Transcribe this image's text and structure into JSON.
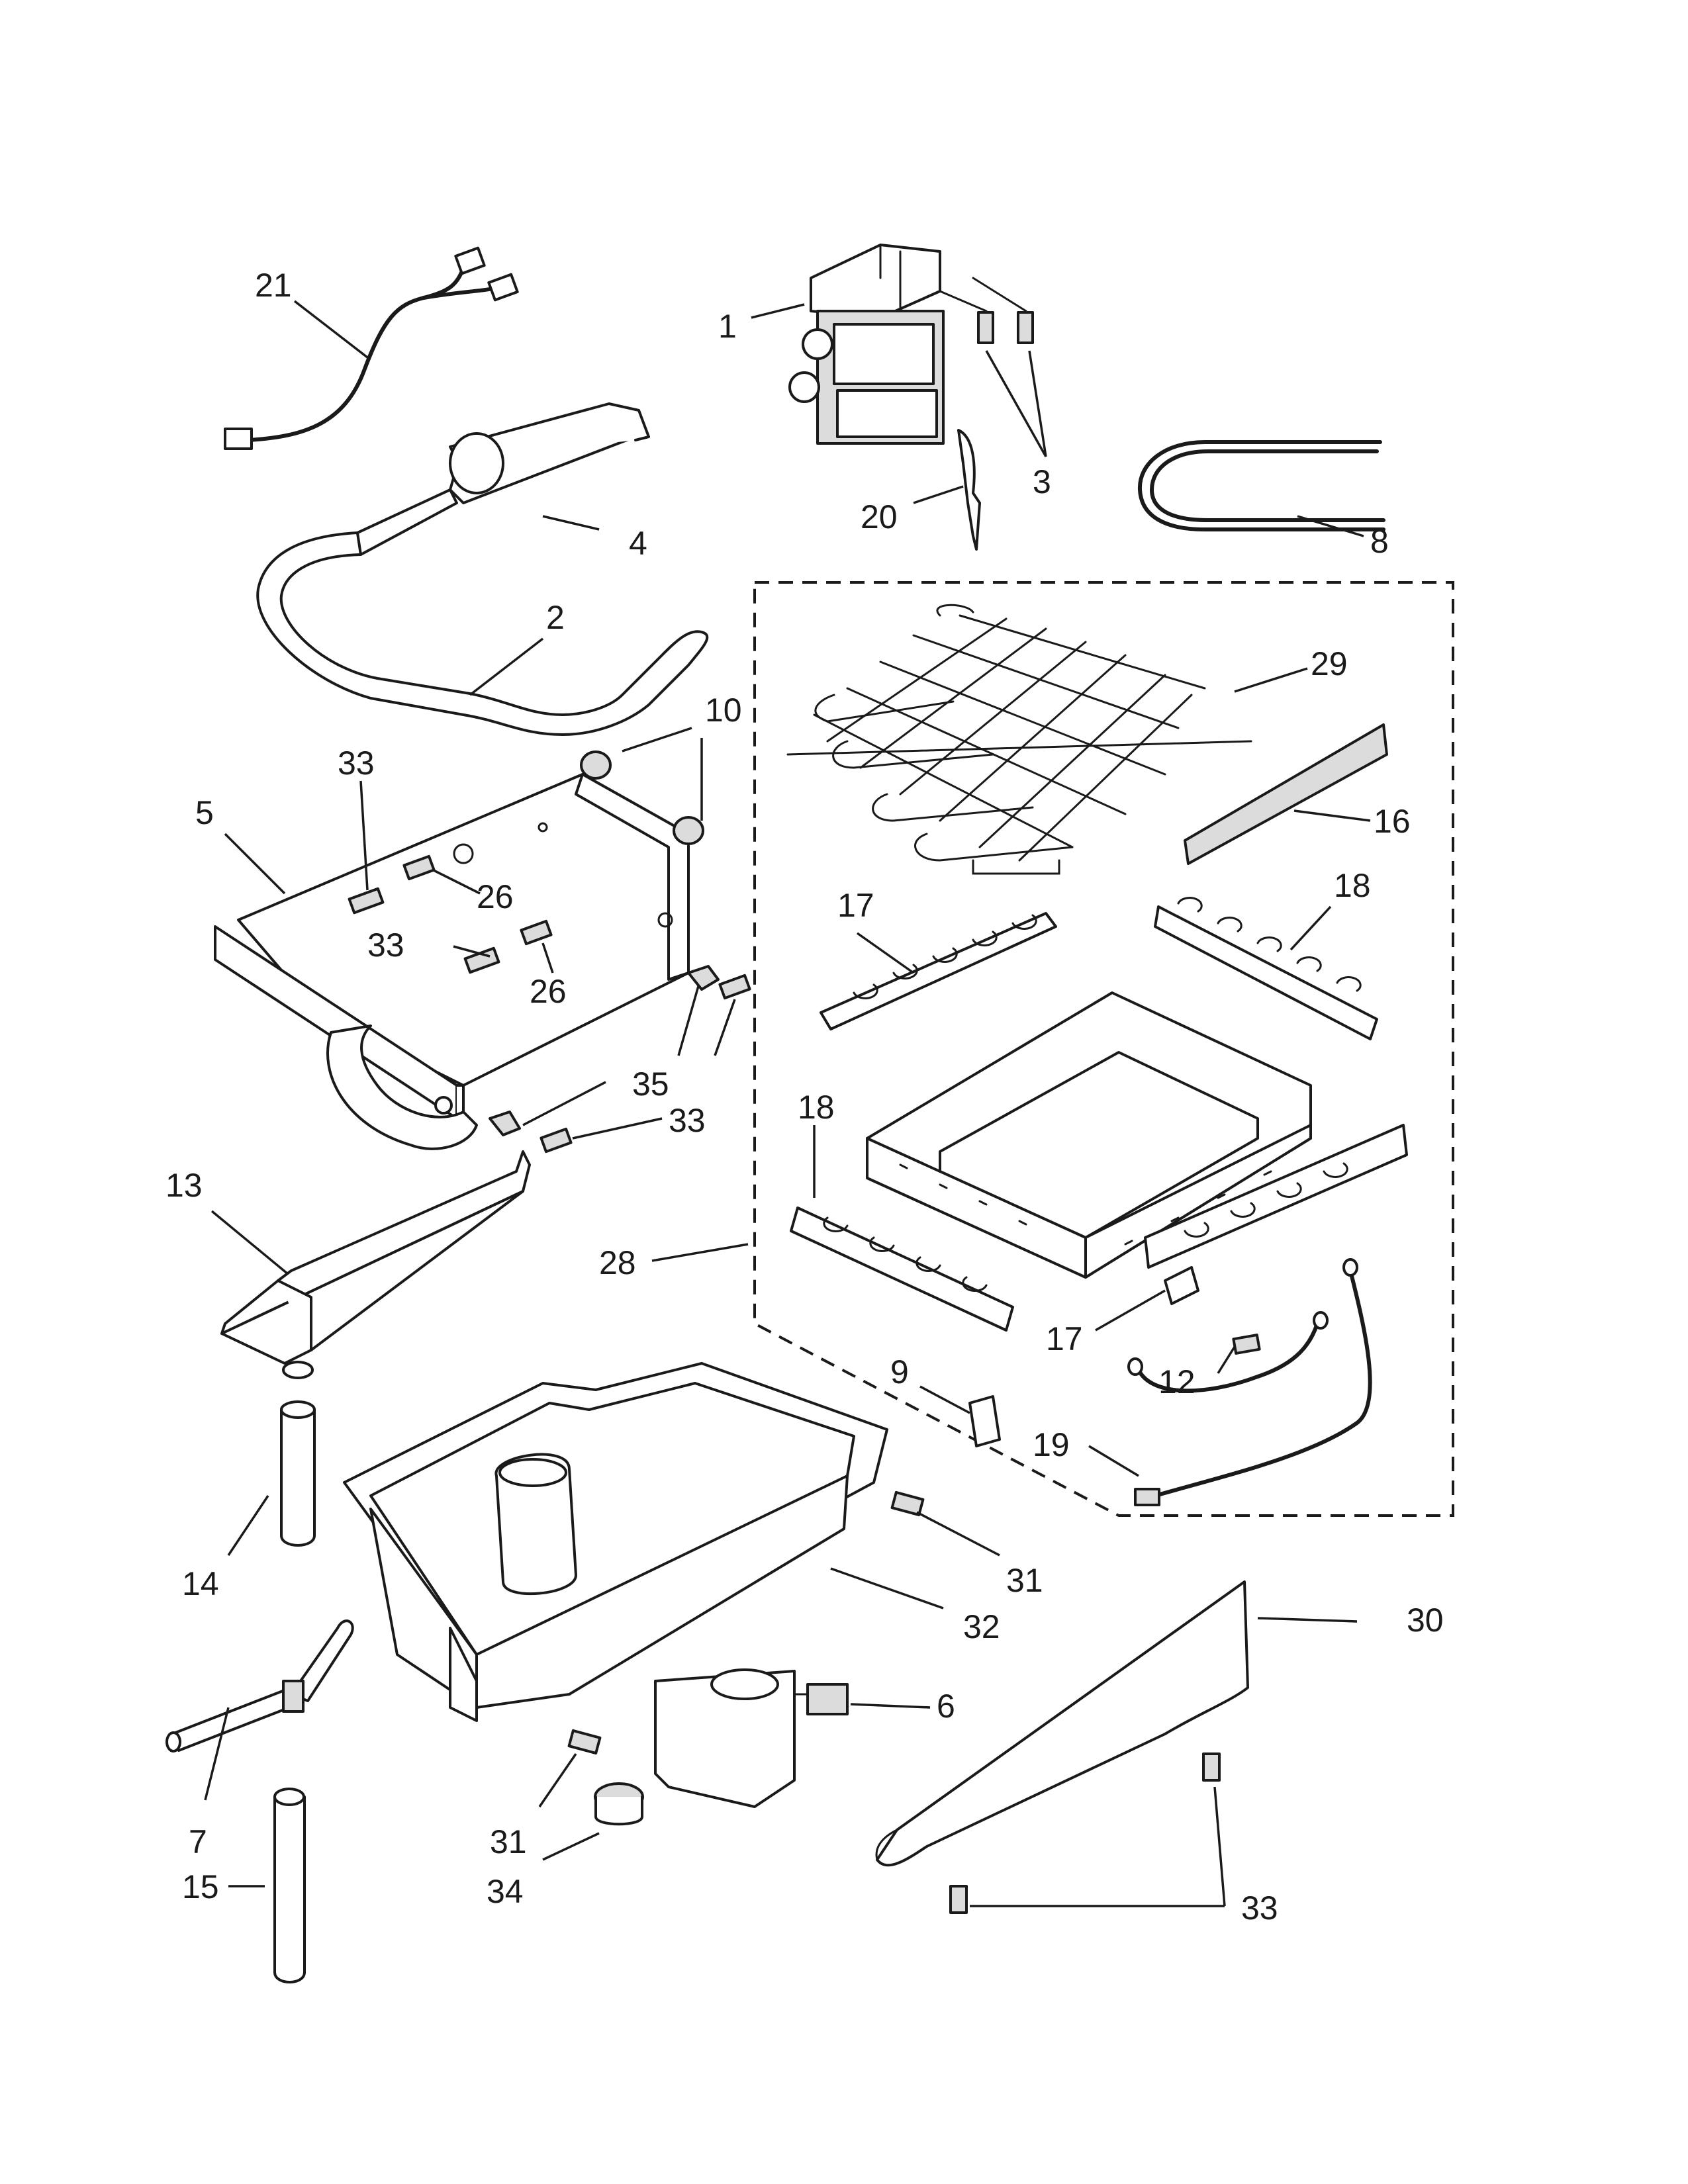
{
  "diagram": {
    "callouts": [
      {
        "id": "c21",
        "text": "21"
      },
      {
        "id": "c1",
        "text": "1"
      },
      {
        "id": "c3",
        "text": "3"
      },
      {
        "id": "c20",
        "text": "20"
      },
      {
        "id": "c4",
        "text": "4"
      },
      {
        "id": "c8",
        "text": "8"
      },
      {
        "id": "c2",
        "text": "2"
      },
      {
        "id": "c29",
        "text": "29"
      },
      {
        "id": "c10",
        "text": "10"
      },
      {
        "id": "c33a",
        "text": "33"
      },
      {
        "id": "c5",
        "text": "5"
      },
      {
        "id": "c26a",
        "text": "26"
      },
      {
        "id": "c16",
        "text": "16"
      },
      {
        "id": "c33b",
        "text": "33"
      },
      {
        "id": "c26b",
        "text": "26"
      },
      {
        "id": "c17a",
        "text": "17"
      },
      {
        "id": "c18a",
        "text": "18"
      },
      {
        "id": "c35",
        "text": "35"
      },
      {
        "id": "c33c",
        "text": "33"
      },
      {
        "id": "c18b",
        "text": "18"
      },
      {
        "id": "c13",
        "text": "13"
      },
      {
        "id": "c28",
        "text": "28"
      },
      {
        "id": "c17b",
        "text": "17"
      },
      {
        "id": "c9",
        "text": "9"
      },
      {
        "id": "c12",
        "text": "12"
      },
      {
        "id": "c19",
        "text": "19"
      },
      {
        "id": "c14",
        "text": "14"
      },
      {
        "id": "c31a",
        "text": "31"
      },
      {
        "id": "c32",
        "text": "32"
      },
      {
        "id": "c30",
        "text": "30"
      },
      {
        "id": "c6",
        "text": "6"
      },
      {
        "id": "c7",
        "text": "7"
      },
      {
        "id": "c31b",
        "text": "31"
      },
      {
        "id": "c34",
        "text": "34"
      },
      {
        "id": "c15",
        "text": "15"
      },
      {
        "id": "c33d",
        "text": "33"
      }
    ]
  }
}
